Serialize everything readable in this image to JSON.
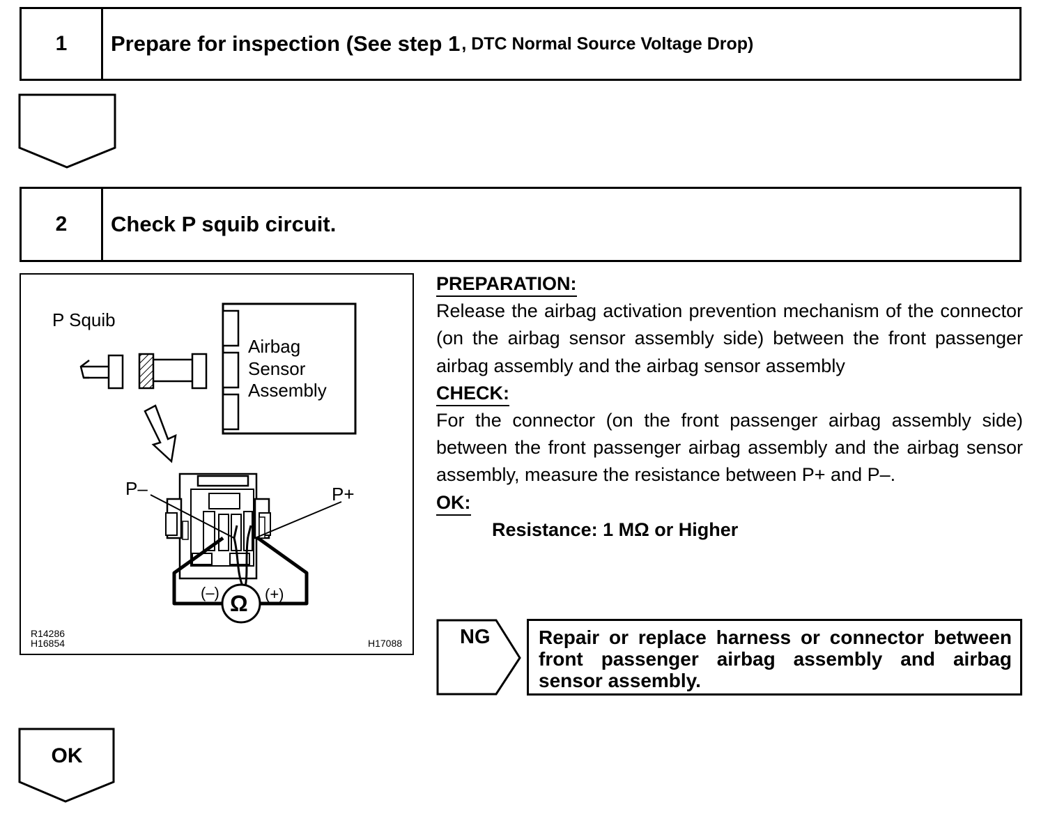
{
  "step1": {
    "number": "1",
    "title": "Prepare for inspection (See step 1",
    "title_small": ", DTC Normal Source Voltage Drop)"
  },
  "step2": {
    "number": "2",
    "title": "Check P squib circuit."
  },
  "figure": {
    "label_squib": "P Squib",
    "label_sensor_1": "Airbag",
    "label_sensor_2": "Sensor",
    "label_sensor_3": "Assembly",
    "label_p_minus": "P–",
    "label_p_plus": "P+",
    "label_minus": "(–)",
    "label_plus": "(+)",
    "label_ohm": "Ω",
    "code_1": "R14286",
    "code_2": "H16854",
    "code_3": "H17088"
  },
  "preparation": {
    "heading": "PREPARATION:",
    "text": "Release the airbag activation prevention mechanism of the connector (on the airbag sensor assembly side) between the front passenger airbag assembly and the airbag sensor assembly"
  },
  "check": {
    "heading": "CHECK:",
    "text": "For the connector (on the front passenger airbag assembly side) between the front passenger airbag assembly and the airbag sensor assembly, measure the resistance between P+ and P–."
  },
  "ok_spec": {
    "heading": "OK:",
    "text": "Resistance: 1 MΩ or Higher"
  },
  "ng": {
    "label": "NG",
    "result": "Repair or replace harness or connector between front passenger airbag assembly and airbag sensor assembly."
  },
  "ok_arrow": {
    "label": "OK"
  }
}
